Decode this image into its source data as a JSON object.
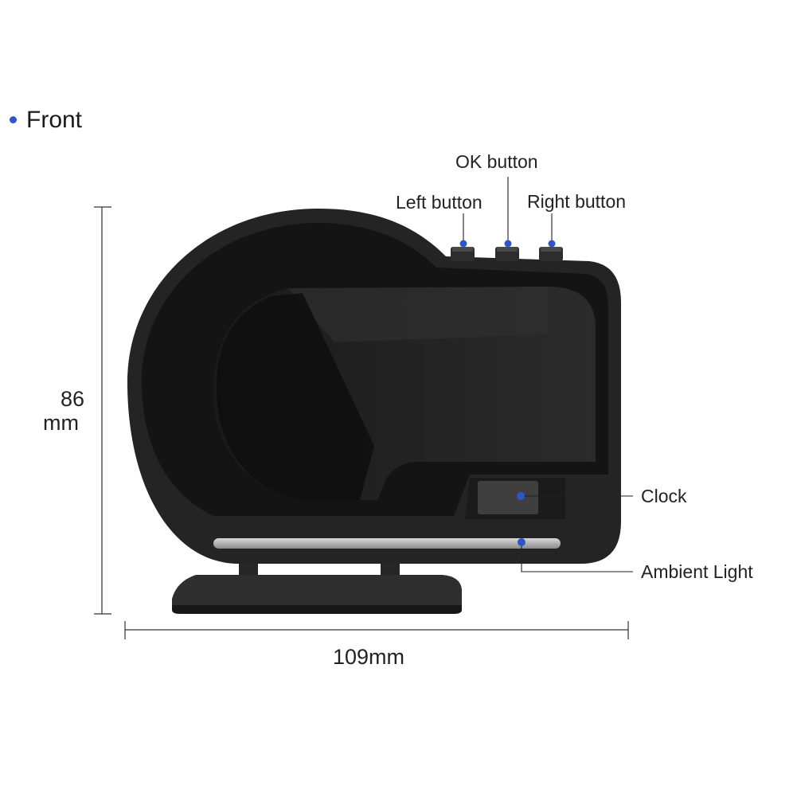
{
  "heading": "Front",
  "labels": {
    "ok_button": "OK button",
    "left_button": "Left button",
    "right_button": "Right button",
    "clock": "Clock",
    "ambient_light": "Ambient Light"
  },
  "dimensions": {
    "height_value": "86",
    "height_unit": "mm",
    "width": "109mm"
  },
  "colors": {
    "marker_blue": "#2f55c8",
    "body": "#1f1f1f"
  }
}
